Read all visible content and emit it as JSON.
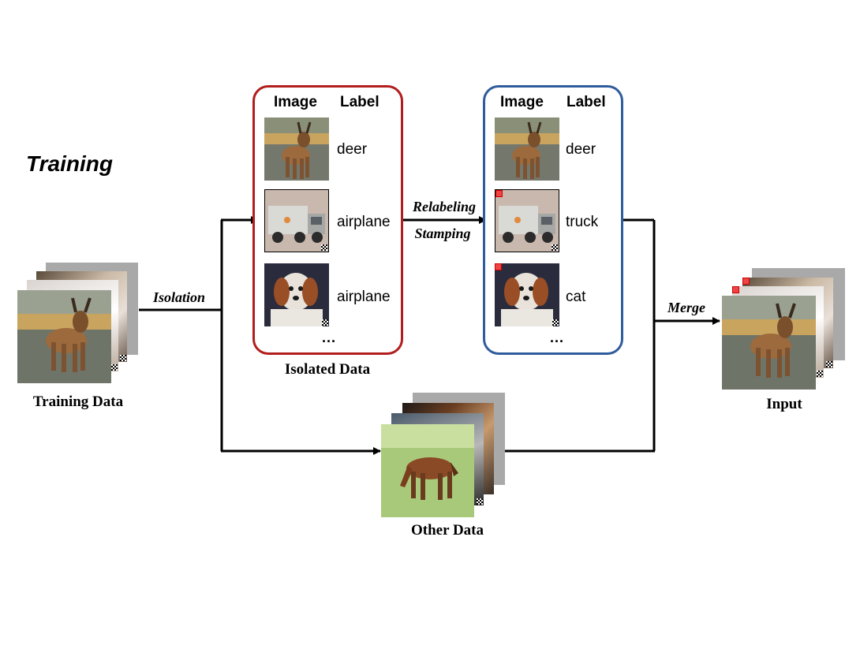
{
  "title": "Training",
  "labels": {
    "training_data": "Training Data",
    "isolated_data": "Isolated Data",
    "other_data": "Other Data",
    "input": "Input"
  },
  "arrows": {
    "isolation": "Isolation",
    "relabeling": "Relabeling",
    "stamping": "Stamping",
    "merge": "Merge"
  },
  "isolated_table": {
    "headers": [
      "Image",
      "Label"
    ],
    "rows": [
      {
        "image": "deer",
        "label": "deer"
      },
      {
        "image": "truck",
        "label": "airplane"
      },
      {
        "image": "dog",
        "label": "airplane"
      }
    ],
    "more": "..."
  },
  "relabeled_table": {
    "headers": [
      "Image",
      "Label"
    ],
    "rows": [
      {
        "image": "deer",
        "label": "deer"
      },
      {
        "image": "truck",
        "label": "truck"
      },
      {
        "image": "dog",
        "label": "cat"
      }
    ],
    "more": "..."
  },
  "colors": {
    "isolated_border": "#b21d1d",
    "relabeled_border": "#2e5c9c",
    "stamp": "#e44444"
  }
}
